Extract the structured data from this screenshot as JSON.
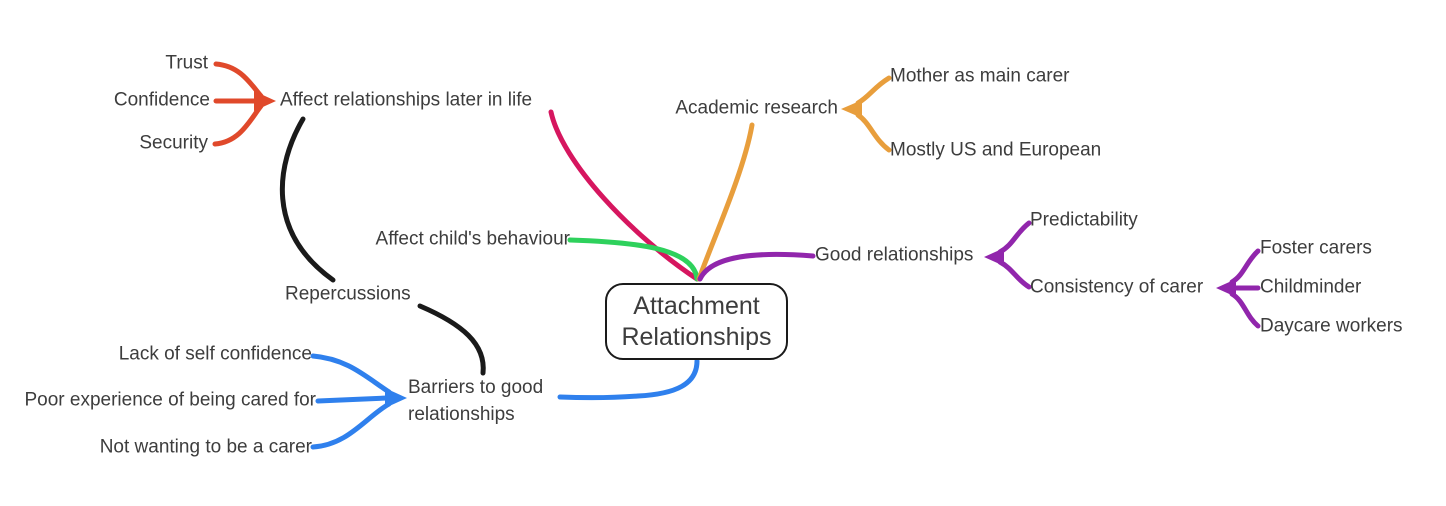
{
  "mindmap": {
    "root": {
      "label": "Attachment Relationships",
      "border_color": "#1a1a1a"
    },
    "branches": [
      {
        "label": "Affect relationships later in life",
        "line_color": "#d6165f",
        "children_line_color": "#e0492b",
        "children": [
          {
            "label": "Trust"
          },
          {
            "label": "Confidence"
          },
          {
            "label": "Security"
          }
        ]
      },
      {
        "label": "Academic research",
        "line_color": "#e89e3c",
        "children": [
          {
            "label": "Mother as main carer"
          },
          {
            "label": "Mostly US and European"
          }
        ]
      },
      {
        "label": "Good relationships",
        "line_color": "#9126ac",
        "children": [
          {
            "label": "Predictability"
          },
          {
            "label": "Consistency of carer",
            "children": [
              {
                "label": "Foster carers"
              },
              {
                "label": "Childminder"
              },
              {
                "label": "Daycare workers"
              }
            ]
          }
        ]
      },
      {
        "label": "Affect child's behaviour",
        "line_color": "#2ed15c",
        "children": []
      },
      {
        "label": "Barriers to good relationships",
        "line_color": "#2f80ed",
        "children": [
          {
            "label": "Lack of self confidence"
          },
          {
            "label": "Poor experience of being cared for"
          },
          {
            "label": "Not wanting to be a carer"
          }
        ]
      }
    ],
    "cross_link": {
      "label": "Repercussions",
      "line_color": "#1a1a1a",
      "from": "Affect relationships later in life",
      "to": "Barriers to good relationships"
    },
    "text_color": "#3d3d3d",
    "background_color": "#ffffff"
  }
}
